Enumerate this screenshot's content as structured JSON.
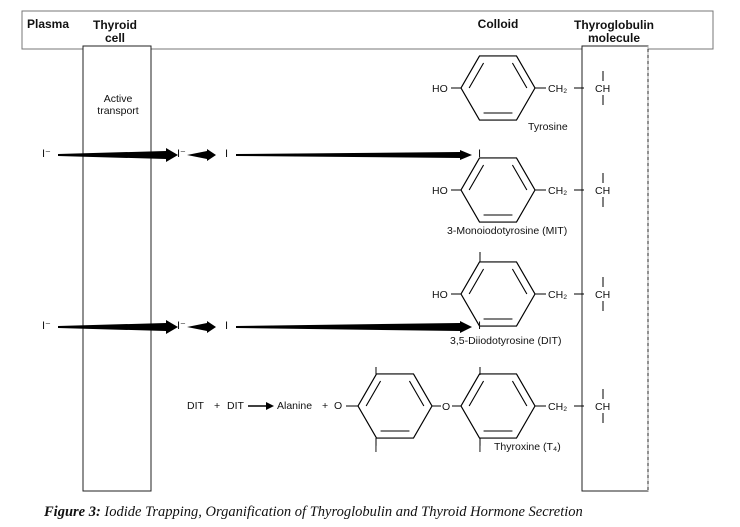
{
  "headers": {
    "plasma": "Plasma",
    "thyroid_cell": [
      "Thyroid",
      "cell"
    ],
    "colloid": "Colloid",
    "thyroglobulin_molecule": [
      "Thyroglobulin",
      "molecule"
    ]
  },
  "active_transport": [
    "Active",
    "transport"
  ],
  "ions": {
    "iodide": "I⁻",
    "iodine": "I"
  },
  "molecules": {
    "tyrosine": "Tyrosine",
    "mit": "3-Monoiodotyrosine (MIT)",
    "dit": "3,5-Diiodotyrosine (DIT)",
    "thyroxine": "Thyroxine (T₄)"
  },
  "groups": {
    "ho": "HO",
    "ch2": "CH₂",
    "ch": "CH",
    "o": "O",
    "iodine_sub": "I"
  },
  "coupling": {
    "dit": "DIT",
    "plus": "+",
    "alanine": "Alanine"
  },
  "caption": {
    "label": "Figure 3:",
    "text": "Iodide Trapping, Organification of Thyroglobulin and Thyroid Hormone Secretion"
  }
}
